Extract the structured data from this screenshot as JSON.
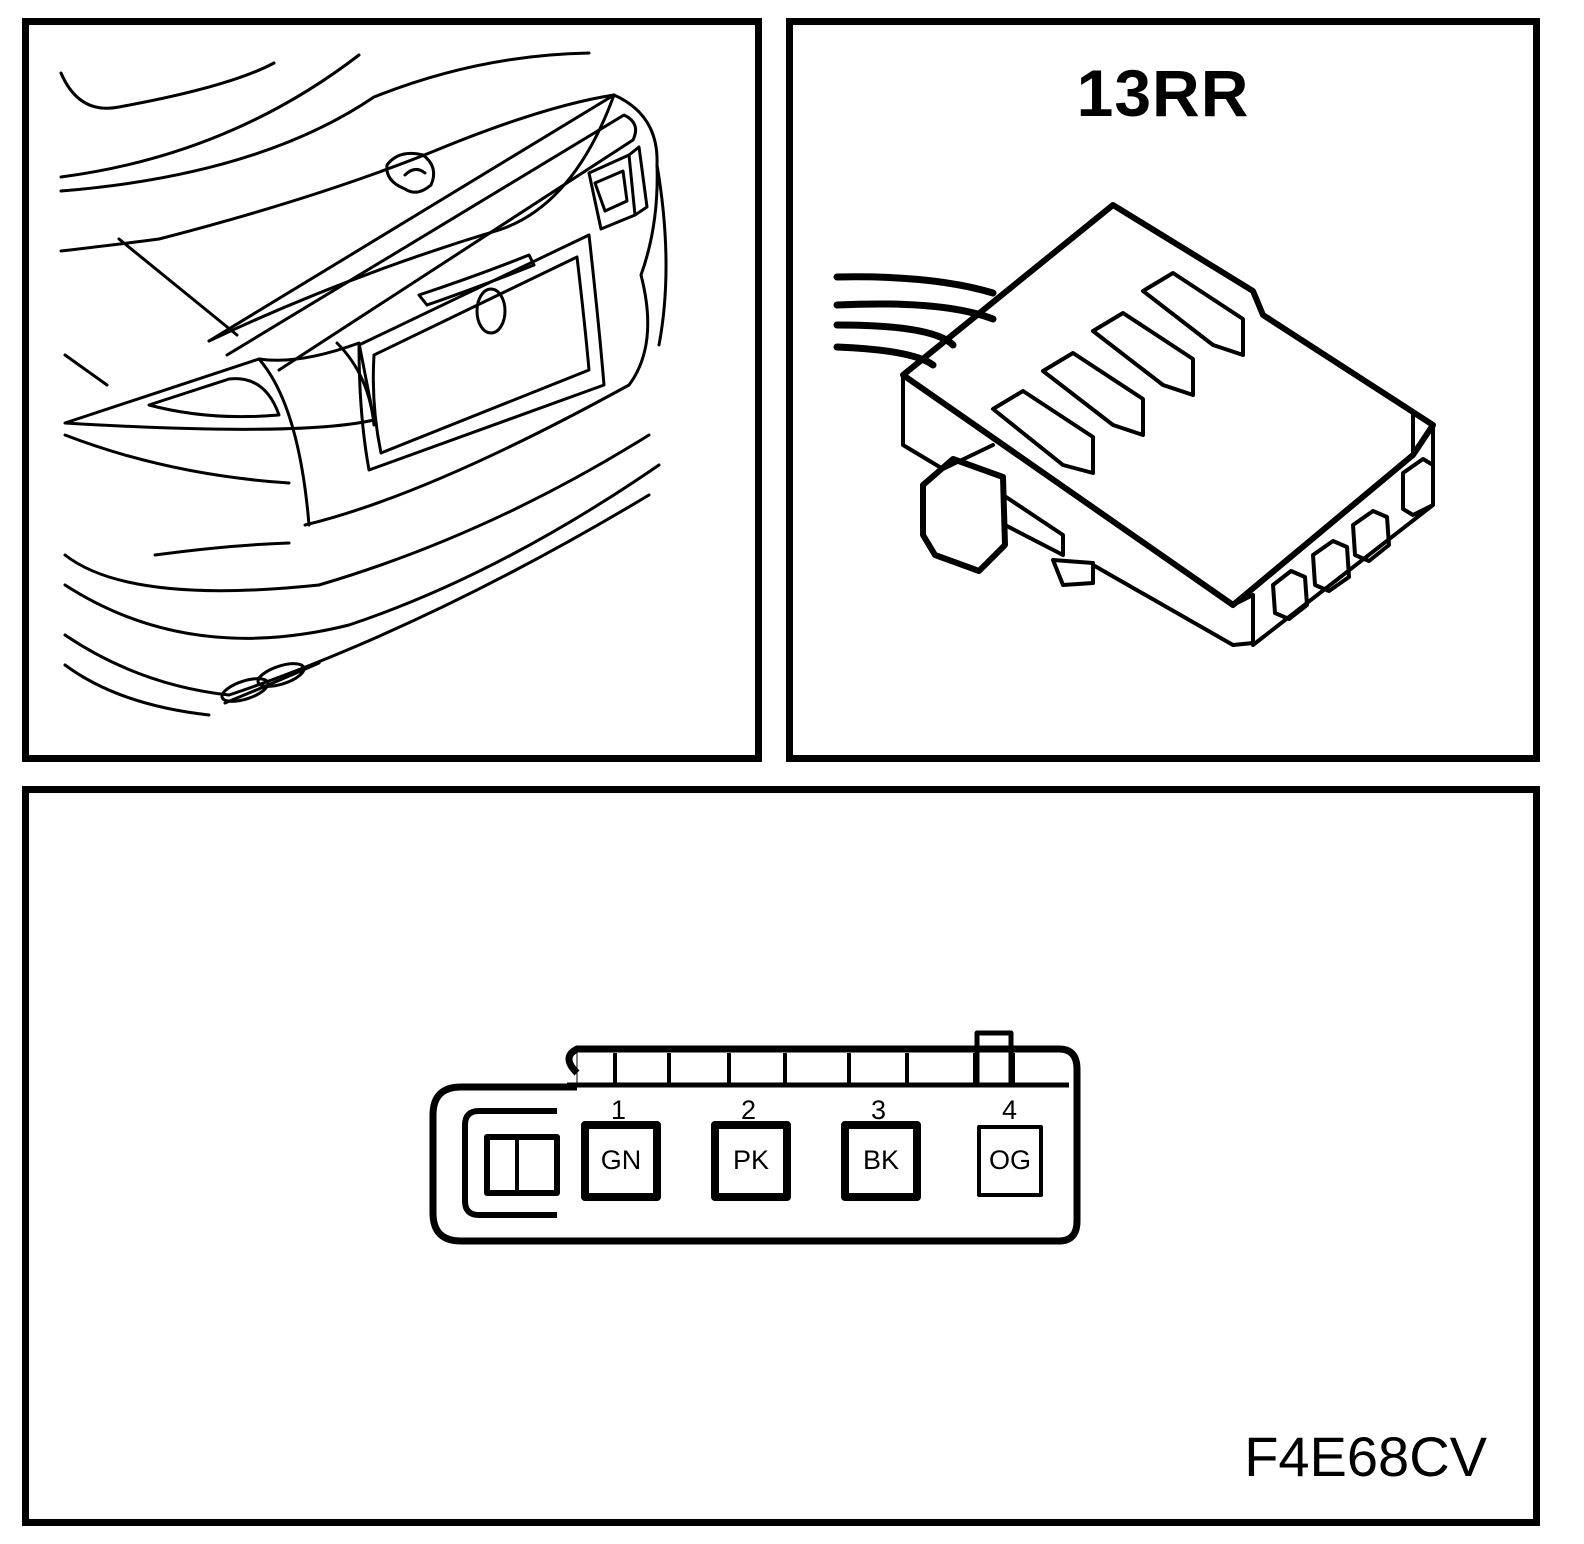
{
  "connector": {
    "title": "13RR",
    "pins": [
      {
        "number": "1",
        "color": "GN"
      },
      {
        "number": "2",
        "color": "PK"
      },
      {
        "number": "3",
        "color": "BK"
      },
      {
        "number": "4",
        "color": "OG"
      }
    ]
  },
  "figure_code": "F4E68CV",
  "icons": [
    "car-rear-illustration-icon",
    "connector-3d-icon",
    "connector-face-icon"
  ]
}
